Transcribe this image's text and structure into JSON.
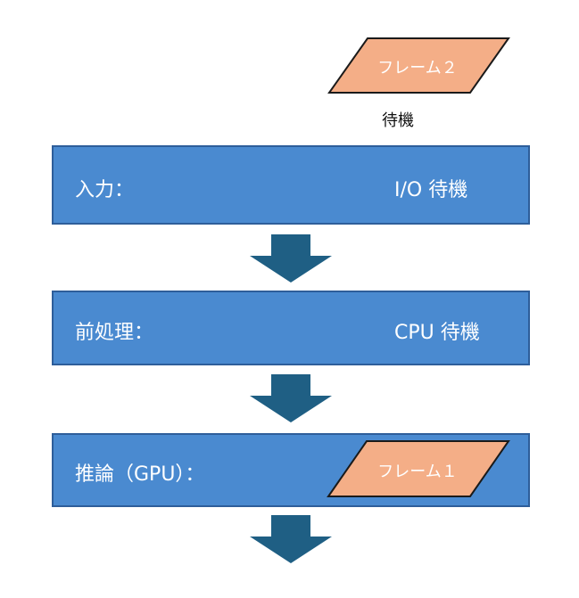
{
  "colors": {
    "stage_fill": "#4a8ad0",
    "stage_border": "#2e5e9a",
    "arrow_fill": "#1f5f84",
    "frame_fill": "#f4ae87",
    "frame_border": "#1a1a1a",
    "text_on_stage": "#ffffff",
    "text_dark": "#111111"
  },
  "waiting": {
    "frame_label": "フレーム２",
    "caption": "待機"
  },
  "stages": [
    {
      "label": "入力：",
      "status": "I/O 待機"
    },
    {
      "label": "前処理：",
      "status": "CPU 待機"
    },
    {
      "label": "推論（GPU）：",
      "frame_label": "フレーム１"
    }
  ],
  "arrows": [
    "down-arrow",
    "down-arrow",
    "down-arrow"
  ]
}
